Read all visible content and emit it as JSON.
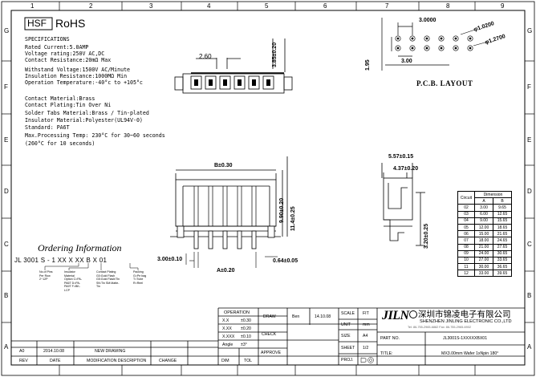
{
  "frame": {
    "columns": [
      "1",
      "2",
      "3",
      "4",
      "5",
      "6",
      "7",
      "8",
      "9"
    ],
    "rows": [
      "G",
      "F",
      "E",
      "D",
      "C",
      "B",
      "A"
    ]
  },
  "header": {
    "hsf": "HSF",
    "rohs": "RoHS"
  },
  "specifications": {
    "title": "SPECIFICATIONS",
    "electrical": [
      "Rated Current:5.0AMP",
      "Voltage rating:250V AC,DC",
      "Contact Resistance:20mΩ Max",
      "Withstand Voltage:1500V AC/Minute",
      "Insulation Resistance:1000MΩ Min",
      "Operation Temperature:-40°c to +105°c"
    ],
    "material": [
      "Contact Material:Brass",
      "Contact Plating:Tin Over Ni",
      "Solder Tabs Material:Brass / Tin-plated",
      "Insulator Material:Polyester(UL94V-0)",
      "Standard:          PA6T",
      "Max.Processing Temp: 230°C for 30~60 seconds",
      "                     (260°C for 10 seconds)"
    ]
  },
  "front_view": {
    "dim_pitch": "2.60",
    "dim_height": "3.85±0.20"
  },
  "pcb_layout": {
    "title": "P.C.B.  LAYOUT",
    "dim_pitch": "3.0000",
    "dim_hole1": "φ1.0200",
    "dim_hole2": "φ1.2700",
    "dim_row": "3.00",
    "dim_offset": "1.95"
  },
  "side_view": {
    "dim_b": "B±0.30",
    "dim_height_body": "9.90±0.20",
    "dim_height_total": "11.4±0.25",
    "dim_lead": "3.00±0.10",
    "dim_a": "A±0.20",
    "dim_pin": "0.64±0.05"
  },
  "end_view": {
    "dim_width": "5.57±0.15",
    "dim_inner": "4.37±0.20",
    "dim_tail": "3.20±0.25"
  },
  "dimension_table": {
    "caption": "Dimension",
    "col_circuit": "Circuit",
    "col_a": "A",
    "col_b": "B",
    "rows": [
      [
        "02",
        "3.00",
        "9.65"
      ],
      [
        "03",
        "6.00",
        "12.65"
      ],
      [
        "04",
        "9.00",
        "15.65"
      ],
      [
        "05",
        "12.00",
        "18.65"
      ],
      [
        "06",
        "15.00",
        "21.65"
      ],
      [
        "07",
        "18.00",
        "24.65"
      ],
      [
        "08",
        "21.00",
        "27.65"
      ],
      [
        "09",
        "24.00",
        "30.65"
      ],
      [
        "10",
        "27.00",
        "33.65"
      ],
      [
        "11",
        "30.00",
        "36.65"
      ],
      [
        "12",
        "33.00",
        "39.65"
      ]
    ]
  },
  "ordering": {
    "title": "Ordering Information",
    "code": "JL 3001 S - 1  XX  X  XX  B  X  01",
    "notes": [
      "No.of Pins Per Row 2~12P",
      "Insulator Material Option C=PA-PA6T D=PA-PA9T F=BK-LCP",
      "Contact Plating G0:Gold Flash G5:Gold Flash/Tin SN:Tin SM:Matte-Tin",
      "Packing G=Pe bag T=Tube R=Reel"
    ]
  },
  "title_block": {
    "operation": "OPERATION",
    "draw": "DRAW",
    "drawer": "Ben",
    "draw_date": "14.10.08",
    "scale": "SCALE",
    "scale_val": "FIT",
    "unit": "UNIT",
    "unit_val": "mm",
    "size": "SIZE",
    "size_val": "A4",
    "sheet": "SHEET",
    "sheet_val": "1/2",
    "proj": "PROJ.",
    "check": "CHECK",
    "approve": "APPROVE",
    "tolerances": [
      [
        "X.X",
        "±0.30"
      ],
      [
        "X.XX",
        "±0.20"
      ],
      [
        "X.XXX",
        "±0.10"
      ],
      [
        "Angle",
        "±3°"
      ]
    ],
    "dim_label": "DIM",
    "tol_label": "TOL",
    "logo": "JILN",
    "company_cn": "深圳市锦凌电子有限公司",
    "company_en": "SHENZHEN JINLING ELECTRONIC CO.,LTD",
    "contact": "Tel: 86-755-2965-6882   Fax: 86-755-2965-6902",
    "part_no_label": "PART NO.",
    "part_no": "JL3001S-1XXXXXBX01",
    "title_label": "TITLE:",
    "title": "MX3.00mm Wafer 1xNpin 180°",
    "revisions": [
      {
        "rev": "A0",
        "date": "2014.10.08",
        "desc": "NEW DRAWING"
      }
    ],
    "rev_label": "REV",
    "date_label": "DATE",
    "desc_label": "MODIFICATION DESCRIPTION",
    "change_label": "CHANGE"
  }
}
